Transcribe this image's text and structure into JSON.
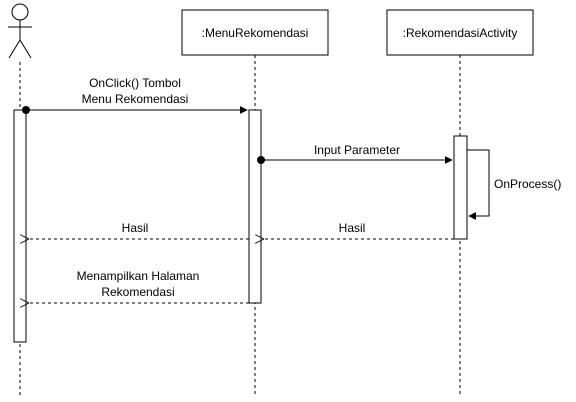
{
  "participants": {
    "menu": {
      "label": ":MenuRekomendasi"
    },
    "activity": {
      "label": ":RekomendasiActivity"
    }
  },
  "messages": {
    "m1": {
      "line1": "OnClick() Tombol",
      "line2": "Menu Rekomendasi"
    },
    "m2": {
      "label": "Input Parameter"
    },
    "m3": {
      "label": "OnProcess()"
    },
    "m4": {
      "label": "Hasil"
    },
    "m5": {
      "label": "Hasil"
    },
    "m6": {
      "line1": "Menampilkan Halaman",
      "line2": "Rekomendasi"
    }
  },
  "colors": {
    "line": "#000000",
    "background": "#ffffff",
    "activation_fill": "#ffffff"
  }
}
